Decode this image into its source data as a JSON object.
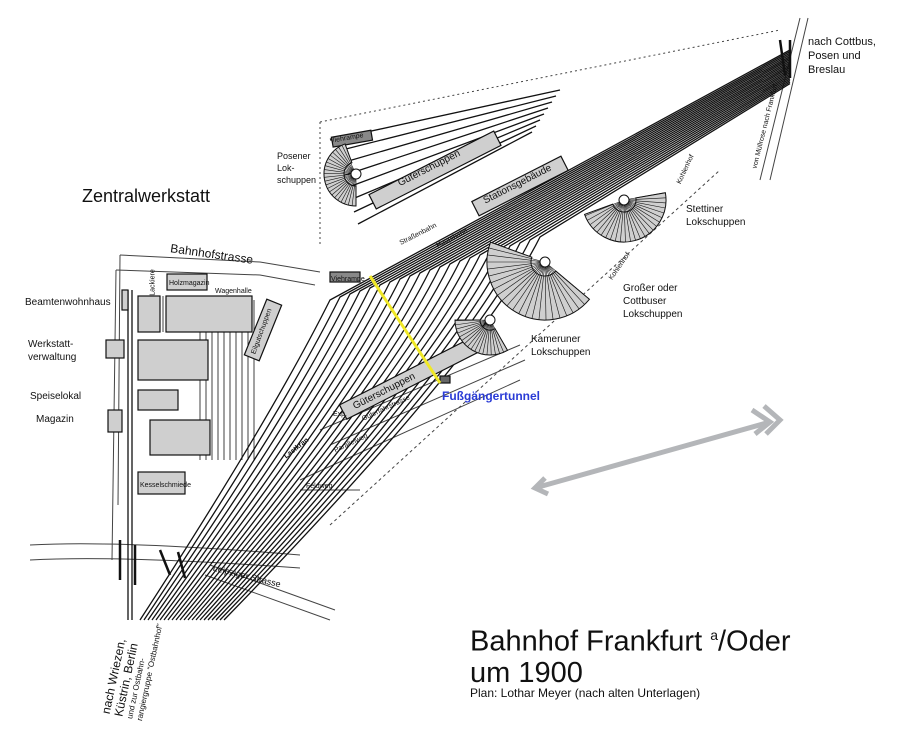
{
  "title": {
    "line1": "Bahnhof Frankfurt",
    "superscript": "a",
    "line1_end": "/Oder",
    "line2": "um 1900",
    "credit": "Plan: Lothar Meyer (nach alten Unterlagen)"
  },
  "labels": {
    "zentralwerkstatt": "Zentralwerkstatt",
    "bahnhofstrasse": "Bahnhofstrasse",
    "beamtenwohnhaus": "Beamtenwohnhaus",
    "werkstattverwaltung": "Werkstatt-\nverwaltung",
    "speiselokal": "Speiselokal",
    "magazin": "Magazin",
    "holzmagazin": "Holzmagazin",
    "wagenhalle": "Wagenhalle",
    "lackiere": "Lackiere",
    "eilgutschuppen": "Eilgutschuppen",
    "kesselschmiede": "Kesselschmiede",
    "posener": "Posener\nLok-\nschuppen",
    "viehrampe1": "Viehrampe",
    "viehrampe2": "Viehrampe",
    "gueterschuppen1": "Güterschuppen",
    "stationsgebaeude": "Stationsgebäude",
    "strassenbahn": "Straßenbahn",
    "hauptbahn": "Hauptbahn",
    "stettiner": "Stettiner\nLokschuppen",
    "kohlenhof1": "Kohlenhof",
    "kohlenhof2": "Kohlenhof",
    "grosser": "Großer oder\nCottbuser\nLokschuppen",
    "kameruner": "Kameruner\nLokschuppen",
    "gueterschuppen2": "Güterschuppen",
    "exp": "Exp.",
    "gueterfahrstrasse": "Güterfahrstrasse",
    "parallelweg": "Parallelweg",
    "lastkran": "Lastkran",
    "feldweg": "Feldweg",
    "leipziger": "Leipziger Strasse",
    "fussgaengertunnel": "Fußgängertunnel",
    "cottbus": "nach Cottbus,\nPosen und\nBreslau",
    "muellrose": "von Müllrose nach Frankfurt",
    "wriezen1": "nach Wriezen,",
    "wriezen2": "Küstrin, Berlin",
    "wriezen3": "und zur Ostbahn-",
    "wriezen4": "rangiergruppe \"Ostbahnhof\""
  },
  "colors": {
    "tunnel": "#f0e826",
    "tunnel_label": "#2a3bd6",
    "arrow": "#b4b6b9",
    "building": "#cfcfcf"
  }
}
